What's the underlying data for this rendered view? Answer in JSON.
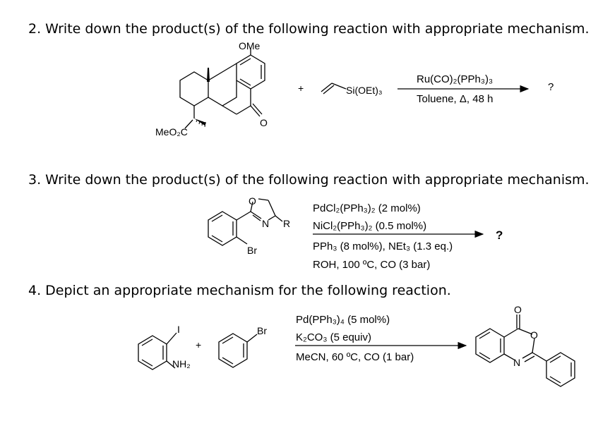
{
  "questions": [
    {
      "text": "2. Write down the product(s) of the following reaction with appropriate mechanism."
    },
    {
      "text": "3. Write down the product(s) of the following reaction with appropriate mechanism."
    },
    {
      "text": "4. Depict an appropriate mechanism for the following reaction."
    }
  ],
  "reaction2": {
    "ome": "OMe",
    "ester": "MeO₂C",
    "o": "O",
    "plus": "+",
    "silane": "Si(OEt)₃",
    "cond_top": "Ru(CO)₂(PPh₃)₃",
    "cond_bottom": "Toluene, Δ, 48 h",
    "product": "?"
  },
  "reaction3": {
    "o": "O",
    "n": "N",
    "r": "R",
    "br": "Br",
    "cond1": "PdCl₂(PPh₃)₂ (2 mol%)",
    "cond2": "NiCl₂(PPh₃)₂ (0.5 mol%)",
    "cond3": "PPh₃ (8 mol%), NEt₃ (1.3 eq.)",
    "cond4": "ROH, 100 ºC, CO (3 bar)",
    "product": "?"
  },
  "reaction4": {
    "i": "I",
    "nh2": "NH₂",
    "plus": "+",
    "br": "Br",
    "cond1": "Pd(PPh₃)₄ (5 mol%)",
    "cond2": "K₂CO₃ (5 equiv)",
    "cond3": "MeCN, 60 ºC, CO (1 bar)",
    "prod_o_carbonyl": "O",
    "prod_o_ring": "O",
    "prod_n": "N"
  }
}
